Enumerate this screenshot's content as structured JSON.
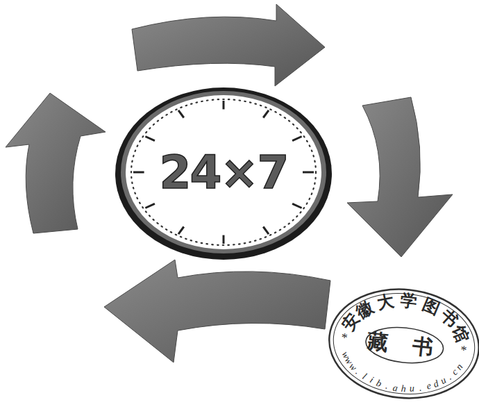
{
  "diagram": {
    "nodes": [
      {
        "text": [
          "24×7"
        ]
      }
    ],
    "labels": [
      "安徽大学图书馆",
      "藏 书",
      "www.lib.ahu.edu.cn",
      "*",
      "*"
    ]
  }
}
